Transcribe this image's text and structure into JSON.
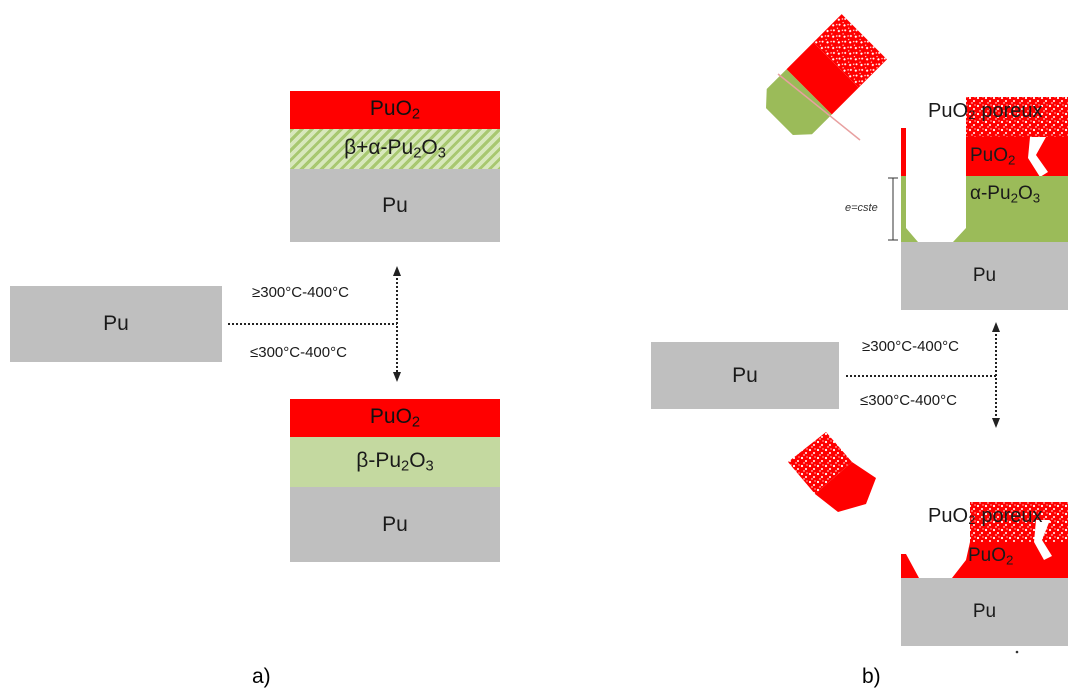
{
  "panel_a": {
    "start_label": "Pu",
    "upper_stack": {
      "top": {
        "text": "PuO",
        "sub": "2"
      },
      "middle": {
        "pre": "β+α-Pu",
        "sub1": "2",
        "mid": "O",
        "sub2": "3"
      },
      "bottom": "Pu"
    },
    "lower_stack": {
      "top": {
        "text": "PuO",
        "sub": "2"
      },
      "middle": {
        "pre": "β-Pu",
        "sub1": "2",
        "mid": "O",
        "sub2": "3"
      },
      "bottom": "Pu"
    },
    "temp_high": "≥300°C-400°C",
    "temp_low": "≤300°C-400°C",
    "caption": "a)"
  },
  "panel_b": {
    "start_label": "Pu",
    "upper_stack": {
      "porous": "PuO₂ poreux",
      "dense": {
        "text": "PuO",
        "sub": "2"
      },
      "oxide": {
        "pre": "α-Pu",
        "sub1": "2",
        "mid": "O",
        "sub2": "3"
      },
      "metal": "Pu",
      "thickness_label": "e=cste"
    },
    "lower_stack": {
      "porous": "PuO₂ poreux",
      "dense": {
        "text": "PuO",
        "sub": "2"
      },
      "metal": "Pu"
    },
    "temp_high": "≥300°C-400°C",
    "temp_low": "≤300°C-400°C",
    "caption": "b)"
  },
  "colors": {
    "pu": "#bfbfbf",
    "puo2": "#ff0000",
    "beta_pu2o3": "#c4d9a0",
    "alpha_pu2o3": "#9bbb59"
  }
}
